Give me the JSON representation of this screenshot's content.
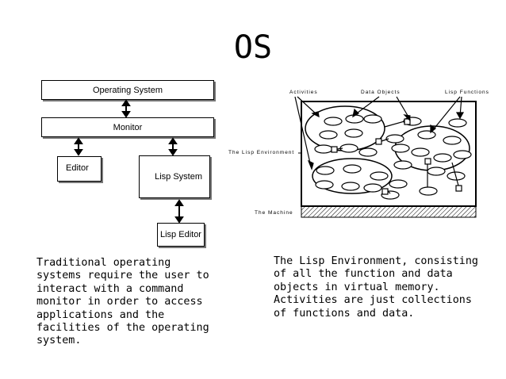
{
  "title": "OS",
  "left_diagram": {
    "operating_system": "Operating System",
    "monitor": "Monitor",
    "editor": "Editor",
    "lisp_system": "Lisp System",
    "lisp_editor": "Lisp Editor"
  },
  "right_diagram": {
    "activities": "Activities",
    "data_objects": "Data Objects",
    "lisp_functions": "Lisp Functions",
    "lisp_environment": "The Lisp Environment",
    "machine": "The Machine"
  },
  "captions": {
    "left": "Traditional operating\nsystems require the user to\ninteract with a command\nmonitor in order to access\napplications and the\nfacilities of the operating\nsystem.",
    "right": "The Lisp Environment, consisting\nof all the function and data\nobjects in virtual memory.\nActivities are just collections\nof functions and data."
  }
}
